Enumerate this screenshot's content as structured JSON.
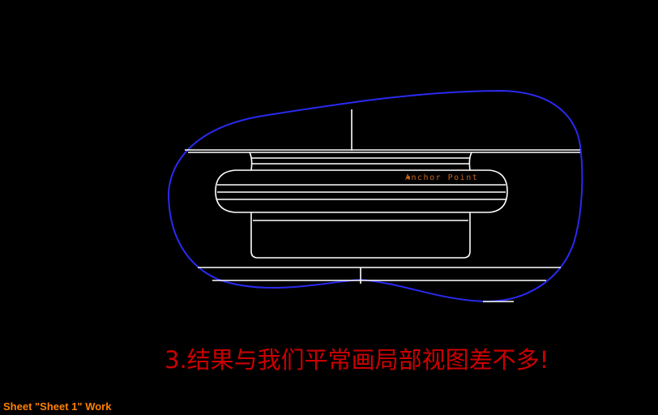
{
  "drawing": {
    "anchor_point_label": "Anchor Point",
    "colors": {
      "background": "#000000",
      "geometry": "#ffffff",
      "boundary_spline": "#2a2af0",
      "anchor_label": "#c8641e"
    }
  },
  "caption": {
    "text": "3.结果与我们平常画局部视图差不多!",
    "color": "#cc0000"
  },
  "status_bar": {
    "text": "Sheet \"Sheet 1\" Work",
    "color": "#ff8000"
  }
}
